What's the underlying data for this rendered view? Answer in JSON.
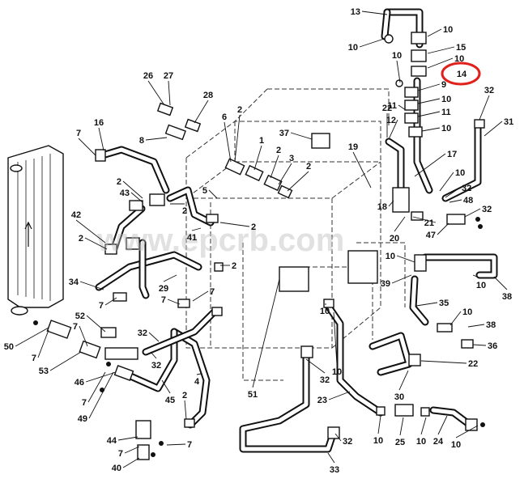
{
  "figure": {
    "watermark": "www.epcrb.com",
    "highlight_color": "#e0201b",
    "highlight_label": "14"
  },
  "callouts": [
    {
      "text": "13"
    },
    {
      "text": "10"
    },
    {
      "text": "10"
    },
    {
      "text": "15"
    },
    {
      "text": "10"
    },
    {
      "text": "10"
    },
    {
      "text": "9"
    },
    {
      "text": "10"
    },
    {
      "text": "11"
    },
    {
      "text": "11"
    },
    {
      "text": "10"
    },
    {
      "text": "32"
    },
    {
      "text": "31"
    },
    {
      "text": "26"
    },
    {
      "text": "27"
    },
    {
      "text": "28"
    },
    {
      "text": "16"
    },
    {
      "text": "2"
    },
    {
      "text": "6"
    },
    {
      "text": "22"
    },
    {
      "text": "12"
    },
    {
      "text": "37"
    },
    {
      "text": "8"
    },
    {
      "text": "7"
    },
    {
      "text": "1"
    },
    {
      "text": "2"
    },
    {
      "text": "3"
    },
    {
      "text": "19"
    },
    {
      "text": "18"
    },
    {
      "text": "17"
    },
    {
      "text": "2"
    },
    {
      "text": "10"
    },
    {
      "text": "32"
    },
    {
      "text": "48"
    },
    {
      "text": "43"
    },
    {
      "text": "2"
    },
    {
      "text": "5"
    },
    {
      "text": "21"
    },
    {
      "text": "32"
    },
    {
      "text": "2"
    },
    {
      "text": "42"
    },
    {
      "text": "2"
    },
    {
      "text": "2"
    },
    {
      "text": "41"
    },
    {
      "text": "47"
    },
    {
      "text": "2"
    },
    {
      "text": "20"
    },
    {
      "text": "10"
    },
    {
      "text": "39"
    },
    {
      "text": "29"
    },
    {
      "text": "7"
    },
    {
      "text": "34"
    },
    {
      "text": "38"
    },
    {
      "text": "10"
    },
    {
      "text": "7"
    },
    {
      "text": "7"
    },
    {
      "text": "35"
    },
    {
      "text": "52"
    },
    {
      "text": "10"
    },
    {
      "text": "38"
    },
    {
      "text": "7"
    },
    {
      "text": "32"
    },
    {
      "text": "36"
    },
    {
      "text": "50"
    },
    {
      "text": "7"
    },
    {
      "text": "22"
    },
    {
      "text": "53"
    },
    {
      "text": "32"
    },
    {
      "text": "32"
    },
    {
      "text": "10"
    },
    {
      "text": "46"
    },
    {
      "text": "4"
    },
    {
      "text": "7"
    },
    {
      "text": "45"
    },
    {
      "text": "2"
    },
    {
      "text": "51"
    },
    {
      "text": "23"
    },
    {
      "text": "30"
    },
    {
      "text": "49"
    },
    {
      "text": "44"
    },
    {
      "text": "7"
    },
    {
      "text": "7"
    },
    {
      "text": "32"
    },
    {
      "text": "10"
    },
    {
      "text": "25"
    },
    {
      "text": "10"
    },
    {
      "text": "24"
    },
    {
      "text": "10"
    },
    {
      "text": "40"
    },
    {
      "text": "33"
    },
    {
      "text": "10"
    }
  ]
}
